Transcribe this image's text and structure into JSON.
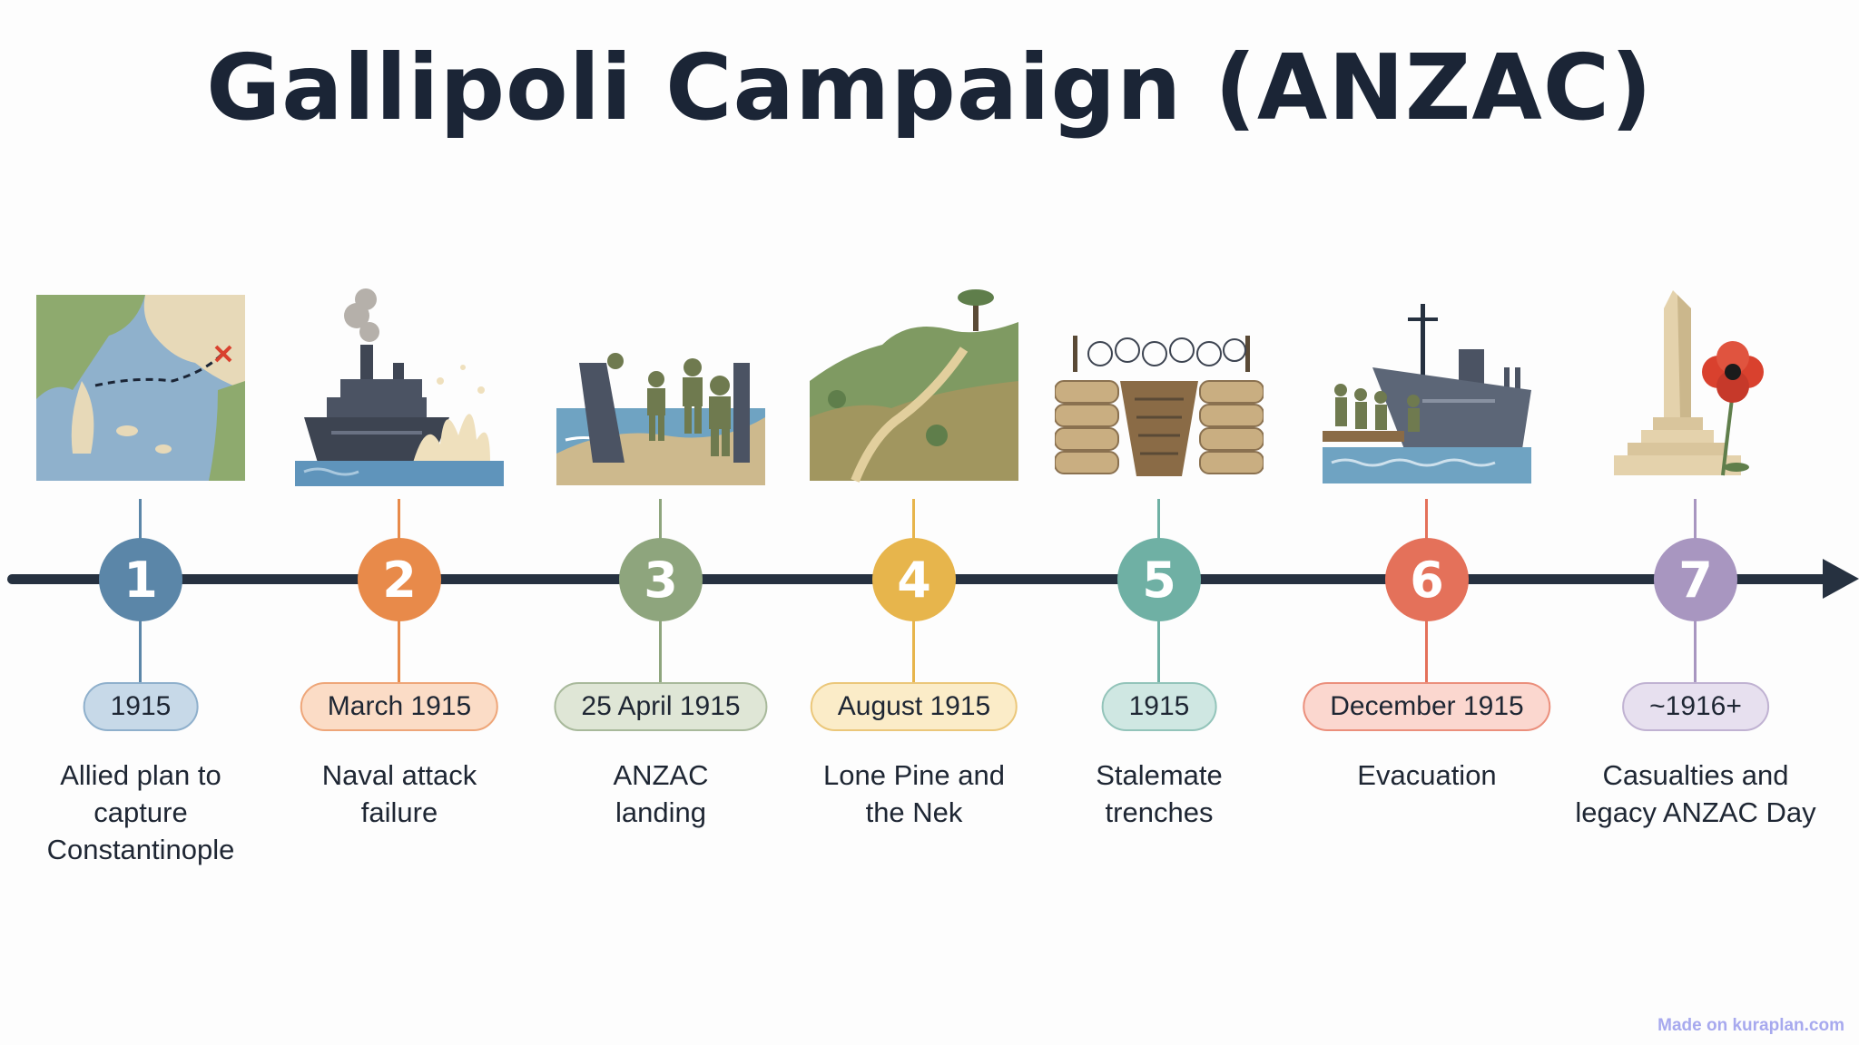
{
  "title": "Gallipoli Campaign (ANZAC)",
  "watermark": "Made on kuraplan.com",
  "events": [
    {
      "number": "1",
      "date": "1915",
      "desc_line1": "Allied plan to",
      "desc_line2": "capture Constantinople",
      "color": "#5b86a8",
      "pill_bg": "#c7d9e8",
      "pill_border": "#8fb0cc",
      "illustration": "map-icon"
    },
    {
      "number": "2",
      "date": "March 1915",
      "desc_line1": "Naval attack",
      "desc_line2": "failure",
      "color": "#e88a4a",
      "pill_bg": "#fbdcc6",
      "pill_border": "#eea679",
      "illustration": "battleship-explosion-icon"
    },
    {
      "number": "3",
      "date": "25 April 1915",
      "desc_line1": "ANZAC",
      "desc_line2": "landing",
      "color": "#8ea57d",
      "pill_bg": "#dfe6d6",
      "pill_border": "#a8b99b",
      "illustration": "soldiers-landing-icon"
    },
    {
      "number": "4",
      "date": "August 1915",
      "desc_line1": "Lone Pine and",
      "desc_line2": "the Nek",
      "color": "#e7b54c",
      "pill_bg": "#fbecc8",
      "pill_border": "#ebc77a",
      "illustration": "hill-tree-icon"
    },
    {
      "number": "5",
      "date": "1915",
      "desc_line1": "Stalemate",
      "desc_line2": "trenches",
      "color": "#6fb0a4",
      "pill_bg": "#cfe7e2",
      "pill_border": "#93c4ba",
      "illustration": "trench-icon"
    },
    {
      "number": "6",
      "date": "December 1915",
      "desc_line1": "Evacuation",
      "desc_line2": "",
      "color": "#e4715a",
      "pill_bg": "#fbd7cf",
      "pill_border": "#eb8f7c",
      "illustration": "evacuation-ship-icon"
    },
    {
      "number": "7",
      "date": "~1916+",
      "desc_line1": "Casualties and",
      "desc_line2": "legacy ANZAC Day",
      "color": "#a896c0",
      "pill_bg": "#e7e0ef",
      "pill_border": "#c0b2d2",
      "illustration": "memorial-poppy-icon"
    }
  ]
}
